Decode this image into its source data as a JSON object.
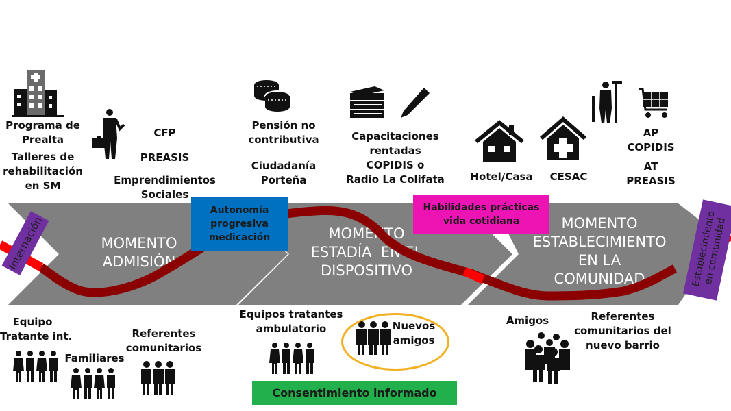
{
  "diagram": {
    "colors": {
      "chevron": "#808080",
      "path_dark": "#8b0000",
      "path_bright": "#ff0000",
      "tag_purple": "#7030a0",
      "box_blue": "#0070c0",
      "box_magenta": "#ee14b4",
      "box_green": "#21b04b",
      "oval_gold": "#f0b020"
    },
    "stages": [
      {
        "id": "admision",
        "label_line1": "MOMENTO",
        "label_line2": "ADMISIÓN"
      },
      {
        "id": "estadia",
        "label_line1": "MOMENTO",
        "label_line2": "ESTADÍA  EN EL",
        "label_line3": "DISPOSITIVO"
      },
      {
        "id": "establecimiento",
        "label_line1": "MOMENTO",
        "label_line2": "ESTABLECIMIENTO",
        "label_line3": "EN LA",
        "label_line4": "COMUNIDAD"
      }
    ],
    "tags": {
      "start": "Internación",
      "end_line1": "Establecimiento",
      "end_line2": "en comunidad"
    },
    "boxes": {
      "autonomia": {
        "line1": "Autonomía",
        "line2": "progresiva",
        "line3": "medicación"
      },
      "habilidades": {
        "line1": "Habilidades prácticas",
        "line2": "vida cotidiana"
      },
      "consentimiento": "Consentimiento informado"
    },
    "top_resources": {
      "hospital": {
        "icon": "hospital-icon",
        "line1": "Programa de",
        "line2": "Prealta",
        "line3": "Talleres de",
        "line4": "rehabilitación",
        "line5": "en SM"
      },
      "worker": {
        "icon": "worker-toolbox-icon",
        "line1": "CFP",
        "line2": "PREASIS",
        "line3": "Emprendimientos",
        "line4": "Sociales"
      },
      "coins": {
        "icon": "coins-icon",
        "line1": "Pensión no",
        "line2": "contributiva",
        "line3": "Ciudadanía",
        "line4": "Porteña"
      },
      "books": {
        "icon": "books-pencil-icon",
        "line1": "Capacitaciones",
        "line2": "rentadas",
        "line3": "COPIDIS o",
        "line4": "Radio La Colifata"
      },
      "house": {
        "icon": "house-icon",
        "label": "Hotel/Casa"
      },
      "clinic": {
        "icon": "health-center-icon",
        "label": "CESAC"
      },
      "assist": {
        "icon": "cleaning-cart-icon",
        "line1": "AP",
        "line2": "COPIDIS",
        "line3": "AT",
        "line4": "PREASIS"
      }
    },
    "bottom_actors": {
      "equipo_int": {
        "line1": "Equipo",
        "line2": "Tratante int."
      },
      "familiares": "Familiares",
      "referentes": {
        "line1": "Referentes",
        "line2": "comunitarios"
      },
      "equipos_amb": {
        "line1": "Equipos tratantes",
        "line2": "ambulatorio"
      },
      "nuevos_amigos": {
        "line1": "Nuevos",
        "line2": "amigos"
      },
      "amigos": "Amigos",
      "referentes_barrio": {
        "line1": "Referentes",
        "line2": "comunitarios del",
        "line3": "nuevo barrio"
      }
    }
  }
}
